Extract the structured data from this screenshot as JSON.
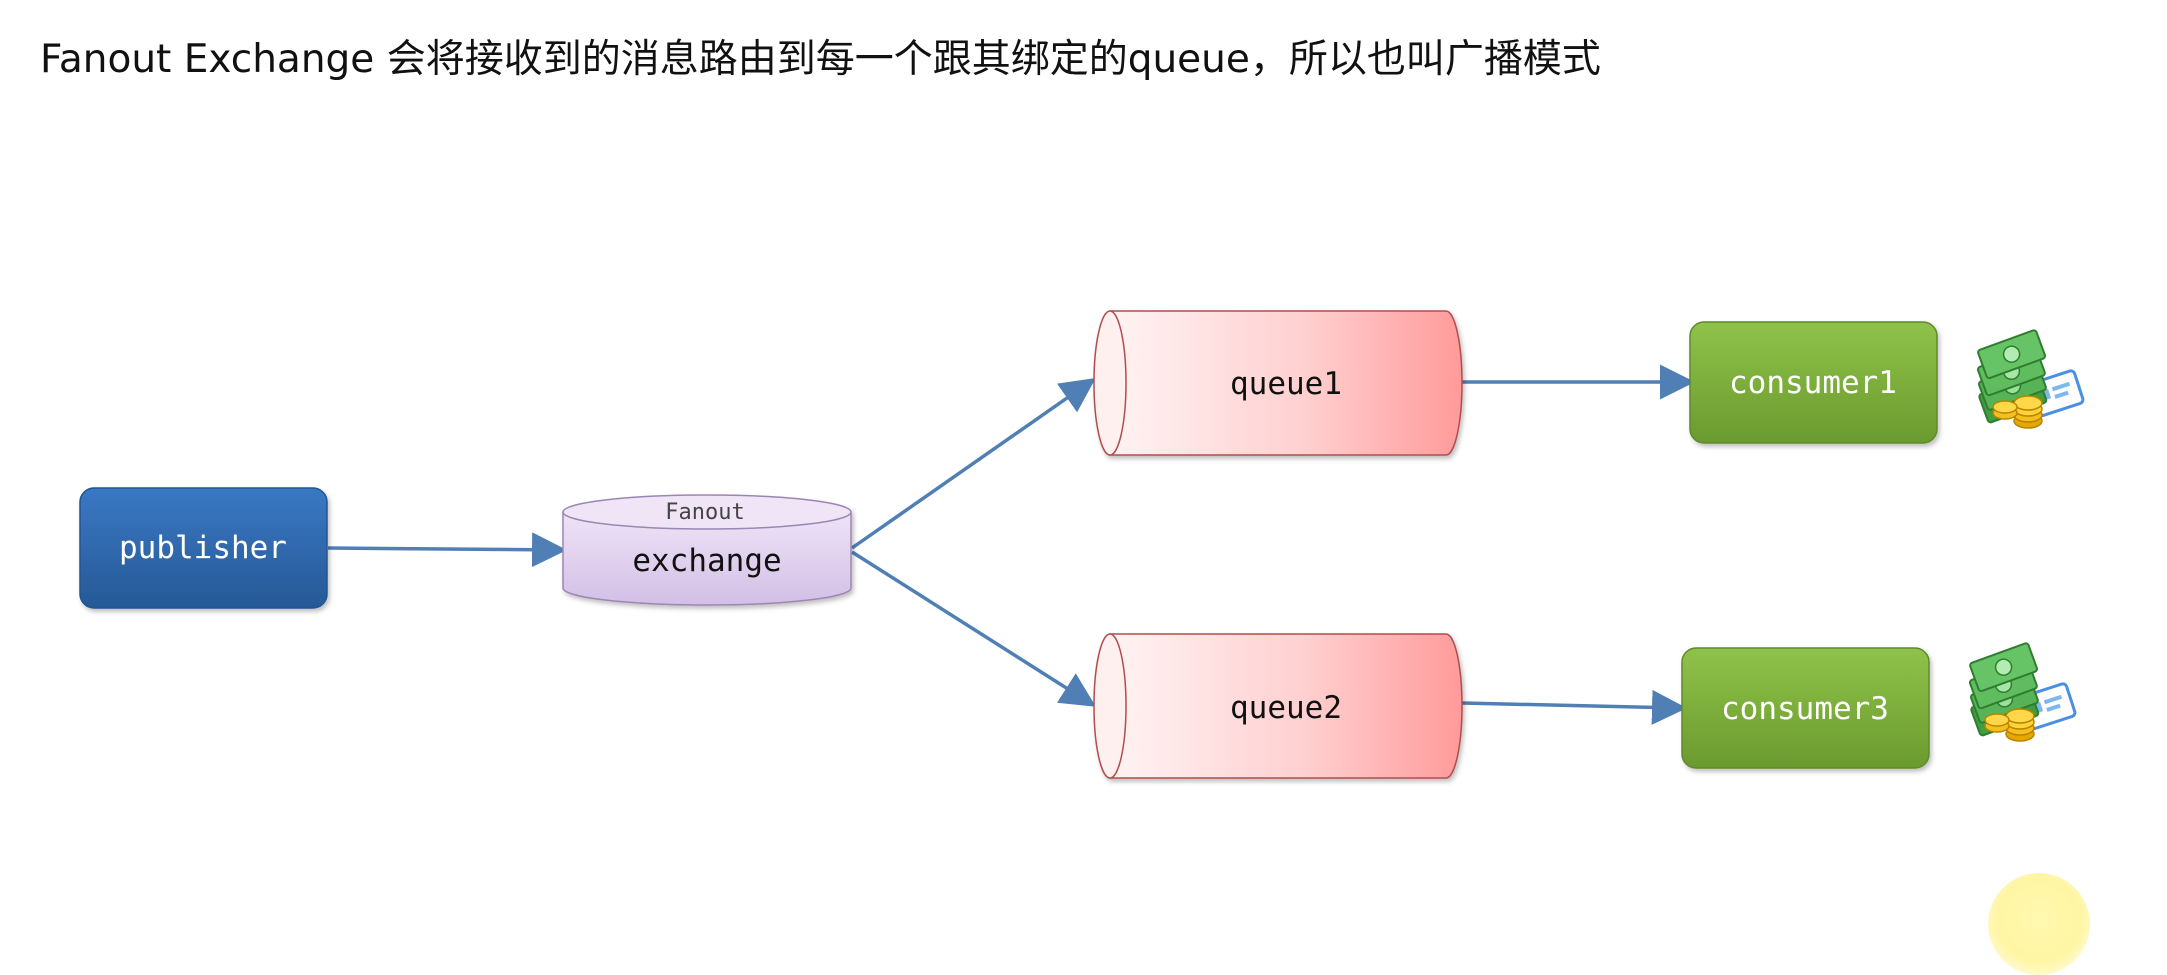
{
  "heading": "Fanout Exchange 会将接收到的消息路由到每一个跟其绑定的queue，所以也叫广播模式",
  "nodes": {
    "publisher": "publisher",
    "exchange_type": "Fanout",
    "exchange": "exchange",
    "queue1": "queue1",
    "queue2": "queue2",
    "consumer1": "consumer1",
    "consumer3": "consumer3"
  },
  "icons": {
    "consumer_reward": "money-icon"
  },
  "colors": {
    "publisher": "#2f65a8",
    "exchange": "#dccbea",
    "queue": "#ff9f9f",
    "consumer": "#7fae3a",
    "arrow": "#4f7fb5"
  }
}
